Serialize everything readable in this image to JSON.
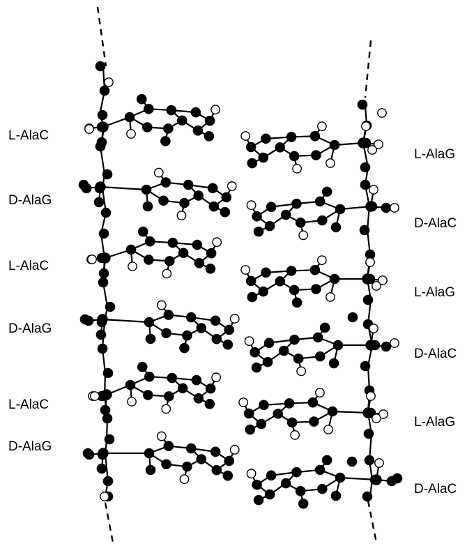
{
  "figure": {
    "left_strand_labels": [
      "L-AlaC",
      "D-AlaG",
      "L-AlaC",
      "D-AlaG",
      "L-AlaC",
      "D-AlaG"
    ],
    "right_strand_labels": [
      "L-AlaG",
      "D-AlaC",
      "L-AlaG",
      "D-AlaC",
      "L-AlaG",
      "D-AlaC"
    ]
  },
  "colors": {
    "ink": "#000000",
    "paper": "#ffffff"
  }
}
